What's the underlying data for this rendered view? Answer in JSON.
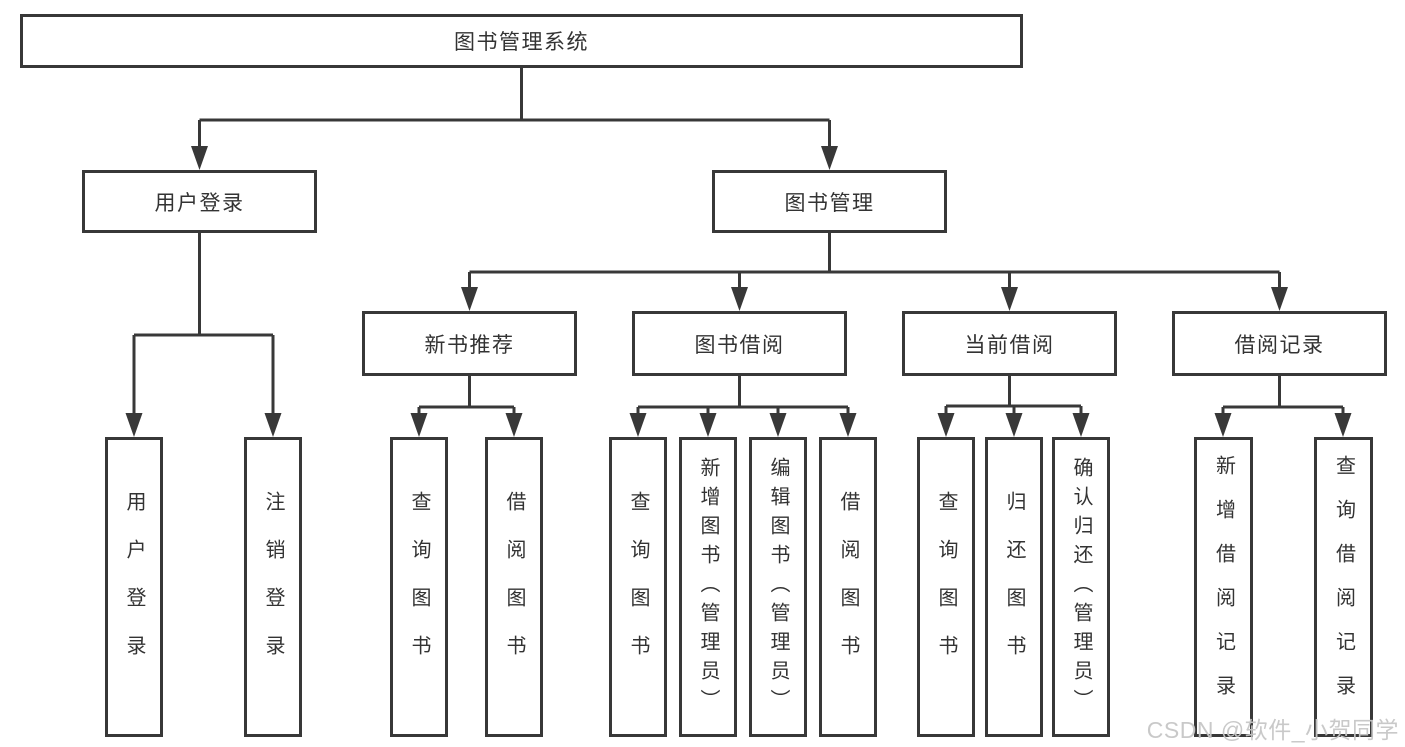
{
  "tree": {
    "label": "图书管理系统",
    "children": [
      {
        "label": "用户登录",
        "children": [
          {
            "label": "用户登录"
          },
          {
            "label": "注销登录"
          }
        ]
      },
      {
        "label": "图书管理",
        "children": [
          {
            "label": "新书推荐",
            "children": [
              {
                "label": "查询图书"
              },
              {
                "label": "借阅图书"
              }
            ]
          },
          {
            "label": "图书借阅",
            "children": [
              {
                "label": "查询图书"
              },
              {
                "label": "新增图书（管理员）"
              },
              {
                "label": "编辑图书（管理员）"
              },
              {
                "label": "借阅图书"
              }
            ]
          },
          {
            "label": "当前借阅",
            "children": [
              {
                "label": "查询图书"
              },
              {
                "label": "归还图书"
              },
              {
                "label": "确认归还（管理员）"
              }
            ]
          },
          {
            "label": "借阅记录",
            "children": [
              {
                "label": "新增借阅记录"
              },
              {
                "label": "查询借阅记录"
              }
            ]
          }
        ]
      }
    ]
  },
  "watermark": {
    "text": "CSDN @软件_小贺同学"
  },
  "colors": {
    "line": "#383838",
    "text": "#333333",
    "background": "#ffffff",
    "watermark": "#c6c6c6"
  }
}
